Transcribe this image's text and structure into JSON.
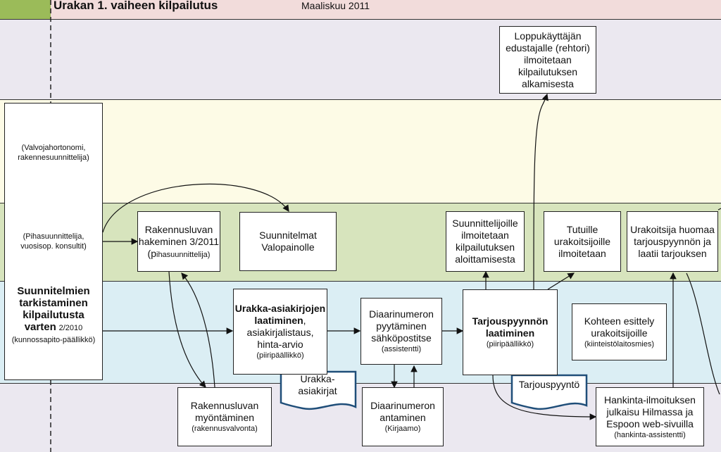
{
  "header": {
    "title": "Urakan 1. vaiheen kilpailutus",
    "date": "Maaliskuu 2011"
  },
  "colors": {
    "header_bg": "#f2dcdb",
    "header_stub": "#9bbb59",
    "lane_user": "#ebe8f0",
    "lane_supervisor": "#fdfbe6",
    "lane_design": "#d7e4bd",
    "lane_admin": "#dbeef4",
    "lane_support": "#ebe8f0",
    "doc_border": "#1f4e79"
  },
  "lanes": {
    "supervisor_label": "(Valvojahortonomi, rakennesuunnittelija)",
    "design_label": "(Pihasuunnittelija, vuosisop. konsultit)"
  },
  "boxes": {
    "end_user": "Loppukäyttäjän edustajalle (rehtori) ilmoitetaan kilpailutuksen alkamisesta",
    "check_title": "Suunnitelmien tarkistaminen kilpailutusta varten",
    "check_date": "2/2010",
    "check_role": "(kunnossapito-päällikkö)",
    "permit_apply": "Rakennusluvan hakeminen 3/2011",
    "permit_apply_p": "(p",
    "permit_apply_role": "ihasuunnittelija)",
    "plans_print": "Suunnitelmat Valopainolle",
    "docs_title": "Urakka-asiakirjojen laatiminen",
    "docs_rest": ", asiakirjalistaus, hinta-arvio",
    "docs_role": "(piiripäällikkö)",
    "diary_request": "Diaarinumeron pyytäminen sähköpostitse",
    "diary_request_role": "(assistentti)",
    "tender_title": "Tarjouspyynnön laatiminen",
    "tender_role": "(piiripäällikkö)",
    "designers_notify": "Suunnittelijoille ilmoitetaan kilpailutuksen aloittamisesta",
    "contractors_notify": "Tutuille urakoitsijoille ilmoitetaan",
    "contractor_bid": "Urakoitsija huomaa tarjouspyynnön ja laatii tarjouksen",
    "site_intro": "Kohteen esittely urakoitsijoille",
    "site_intro_role": "(kiinteistölaitosmies)",
    "permit_grant": "Rakennusluvan myöntäminen",
    "permit_grant_role": "(rakennusvalvonta)",
    "diary_give": "Diaarinumeron antaminen",
    "diary_give_role": "(Kirjaamo)",
    "procurement": "Hankinta-ilmoituksen julkaisu Hilmassa ja Espoon web-sivuilla",
    "procurement_role": "(hankinta-assistentti)"
  },
  "documents": {
    "contract_docs": "Urakka-asiakirjat",
    "tender_doc": "Tarjouspyyntö"
  }
}
